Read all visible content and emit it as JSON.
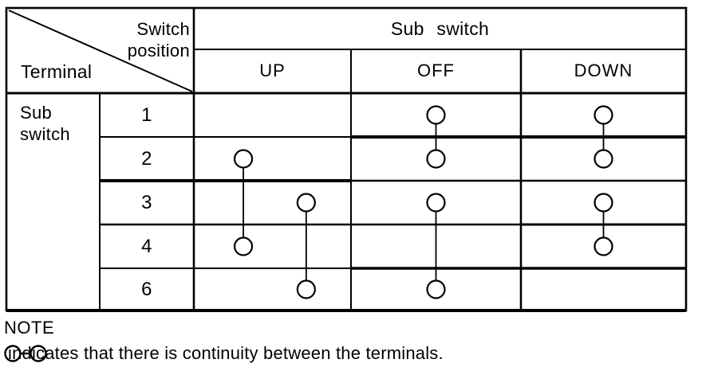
{
  "table": {
    "corner": {
      "top_label": "Switch\nposition",
      "bottom_label": "Terminal"
    },
    "column_group_label": "Sub switch",
    "row_group_label": "Sub\nswitch",
    "column_headers": [
      "UP",
      "OFF",
      "DOWN"
    ],
    "row_headers": [
      "1",
      "2",
      "3",
      "4",
      "6"
    ],
    "continuity": [
      {
        "column": "UP",
        "between": [
          "2",
          "4"
        ],
        "track": "left"
      },
      {
        "column": "UP",
        "between": [
          "3",
          "6"
        ],
        "track": "right"
      },
      {
        "column": "OFF",
        "between": [
          "1",
          "2"
        ],
        "track": "center"
      },
      {
        "column": "OFF",
        "between": [
          "3",
          "6"
        ],
        "track": "center"
      },
      {
        "column": "DOWN",
        "between": [
          "1",
          "2"
        ],
        "track": "center"
      },
      {
        "column": "DOWN",
        "between": [
          "3",
          "4"
        ],
        "track": "center"
      }
    ]
  },
  "note": {
    "heading": "NOTE",
    "legend_icon": "circle-line-circle",
    "legend_text": "indicates that there is continuity between the terminals."
  },
  "colors": {
    "ink": "#000000",
    "paper": "#ffffff"
  }
}
